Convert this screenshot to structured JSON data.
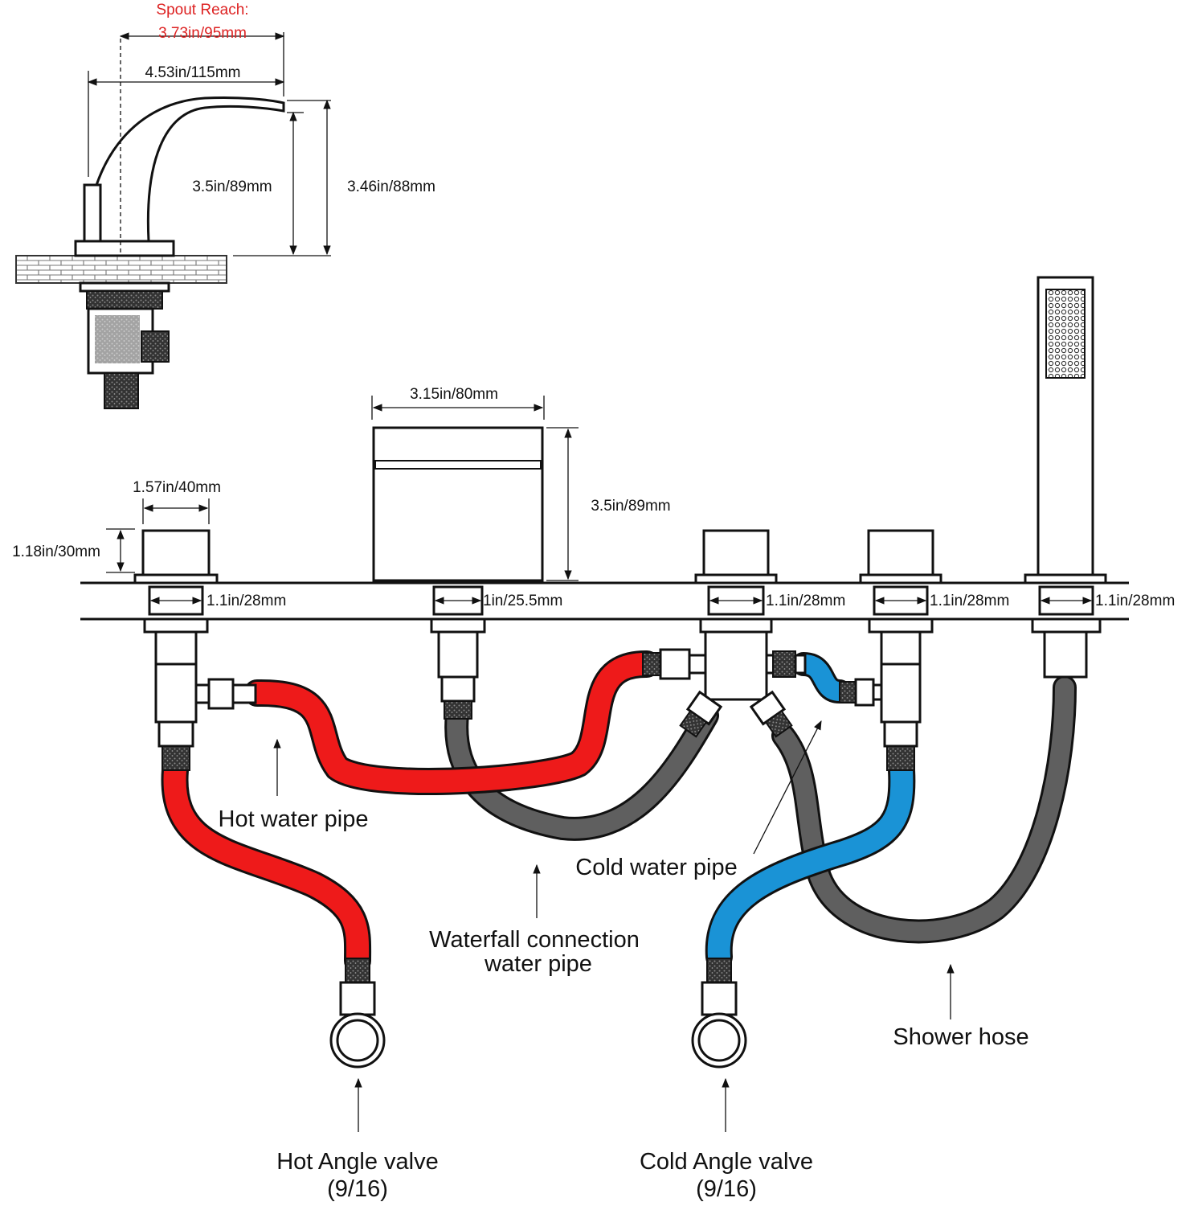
{
  "colors": {
    "hot": "#ee1a1a",
    "cold": "#1a93d6",
    "hose": "#5f5f5f",
    "outline": "#111111",
    "spout_reach_text": "#dd2222"
  },
  "spout": {
    "reach_title": "Spout Reach:",
    "reach_value": "3.73in/95mm",
    "width": "4.53in/115mm",
    "height_inner": "3.5in/89mm",
    "height_outer": "3.46in/88mm"
  },
  "waterfall": {
    "width": "3.15in/80mm",
    "height": "3.5in/89mm"
  },
  "handle": {
    "width": "1.57in/40mm",
    "height": "1.18in/30mm"
  },
  "shank_dims": [
    "1.1in/28mm",
    "1in/25.5mm",
    "1.1in/28mm",
    "1.1in/28mm",
    "1.1in/28mm"
  ],
  "labels": {
    "hot_water_pipe": "Hot water pipe",
    "cold_water_pipe": "Cold water pipe",
    "waterfall_line1": "Waterfall connection",
    "waterfall_line2": "water pipe",
    "shower_hose": "Shower hose",
    "hot_valve_line1": "Hot Angle valve",
    "hot_valve_line2": "(9/16)",
    "cold_valve_line1": "Cold Angle valve",
    "cold_valve_line2": "(9/16)"
  }
}
